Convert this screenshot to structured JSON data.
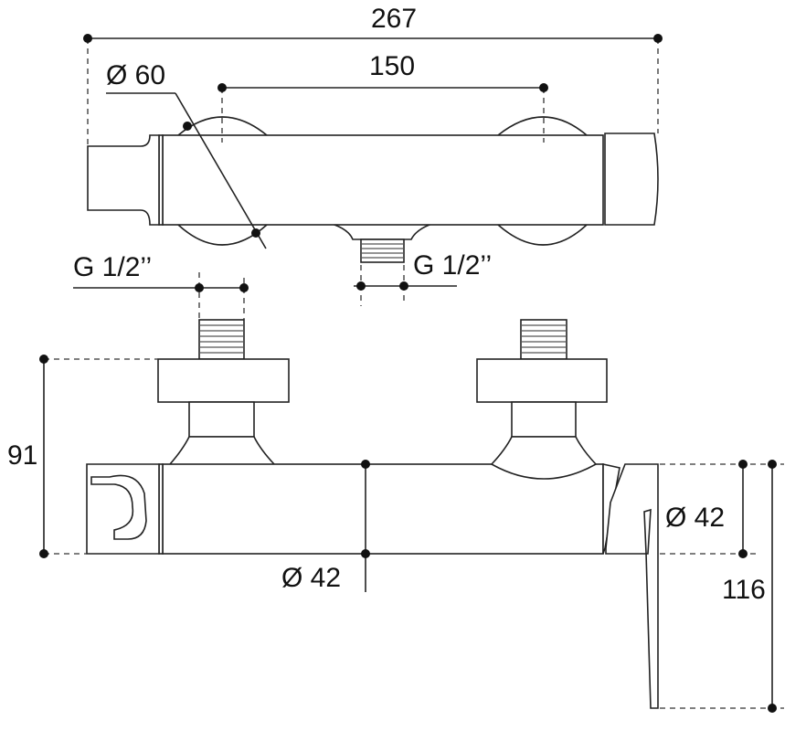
{
  "dimensions": {
    "overall_length": "267",
    "inlet_spacing": "150",
    "cap_diameter": "Ø 60",
    "inlet_thread": "G 1/2’’",
    "outlet_thread": "G 1/2’’",
    "height_to_inlet": "91",
    "body_diameter_front": "Ø 42",
    "body_diameter_side": "Ø 42",
    "total_height": "116"
  },
  "colors": {
    "line": "#222222",
    "background": "#ffffff"
  }
}
